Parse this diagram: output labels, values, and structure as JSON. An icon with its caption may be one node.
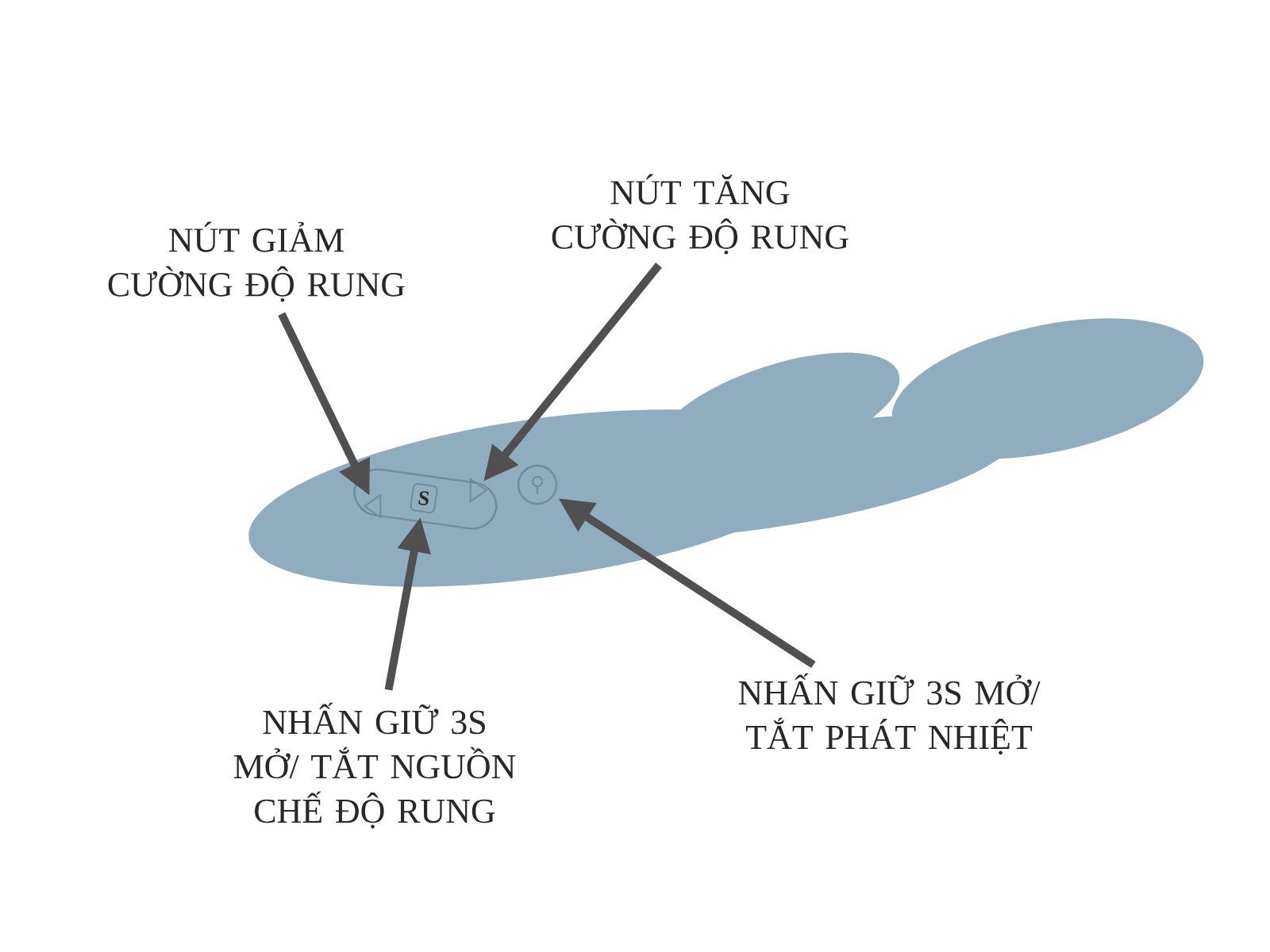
{
  "diagram": {
    "nodes": [
      {
        "text": [
          "NÚT GIẢM CƯỜNG ĐỘ RUNG"
        ]
      },
      {
        "text": [
          "NÚT TĂNG CƯỜNG ĐỘ RUNG"
        ]
      },
      {
        "text": [],
        "shape": "triangle"
      },
      {
        "text": [
          "S"
        ]
      },
      {
        "text": [],
        "shape": "triangle"
      },
      {
        "text": [],
        "shape": "circle"
      },
      {
        "text": [
          "NHẤN GIỮ 3S MỞ/ TẮT NGUỒN CHẾ ĐỘ RUNG"
        ]
      },
      {
        "text": [
          "NHẤN GIỮ 3S MỞ/ TẮT PHÁT NHIỆT"
        ]
      }
    ],
    "edges": [
      {
        "from": 0,
        "to": 2,
        "arrow": "to"
      },
      {
        "from": 1,
        "to": 4,
        "arrow": "to"
      },
      {
        "from": 6,
        "to": 3,
        "arrow": "to"
      },
      {
        "from": 7,
        "to": 5,
        "arrow": "to"
      }
    ]
  }
}
